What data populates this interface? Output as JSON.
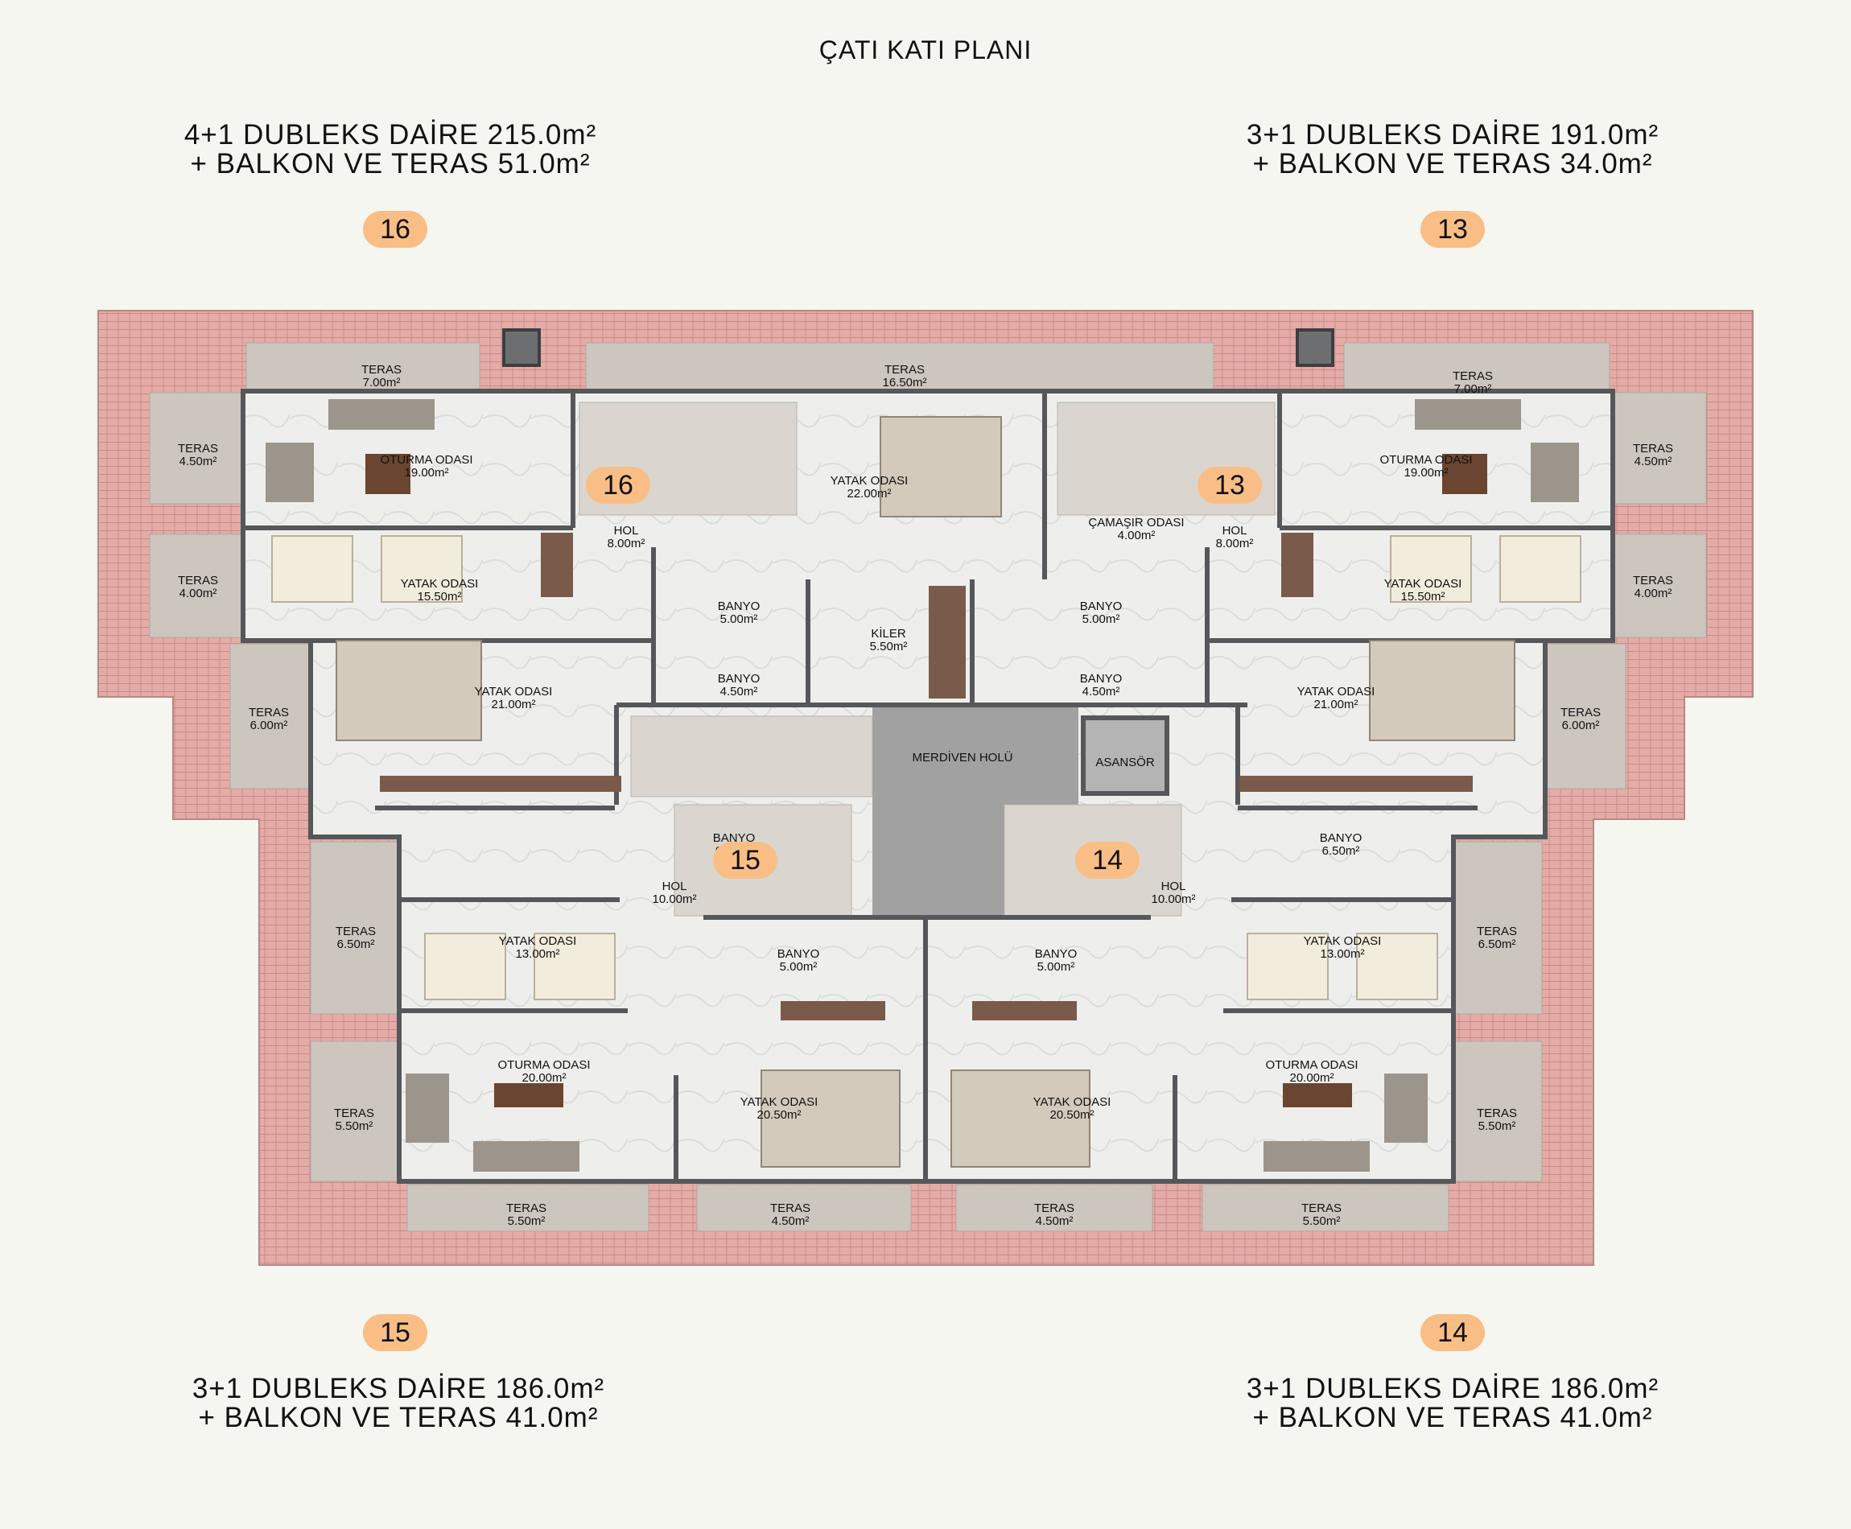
{
  "page_title": "ÇATI KATI PLANI",
  "units": [
    {
      "id": "16",
      "line1": "4+1 DUBLEKS DAİRE 215.0m²",
      "line2": "+ BALKON VE TERAS 51.0m²"
    },
    {
      "id": "13",
      "line1": "3+1 DUBLEKS DAİRE 191.0m²",
      "line2": "+ BALKON VE TERAS 34.0m²"
    },
    {
      "id": "15",
      "line1": "3+1 DUBLEKS DAİRE 186.0m²",
      "line2": "+ BALKON VE TERAS 41.0m²"
    },
    {
      "id": "14",
      "line1": "3+1 DUBLEKS DAİRE 186.0m²",
      "line2": "+ BALKON VE TERAS 41.0m²"
    }
  ],
  "plan_badges": [
    "16",
    "13",
    "15",
    "14"
  ],
  "rooms": [
    {
      "name": "TERAS",
      "area": "7.00m²"
    },
    {
      "name": "TERAS",
      "area": "16.50m²"
    },
    {
      "name": "TERAS",
      "area": "7.00m²"
    },
    {
      "name": "TERAS",
      "area": "4.50m²"
    },
    {
      "name": "OTURMA ODASI",
      "area": "19.00m²"
    },
    {
      "name": "YATAK ODASI",
      "area": "22.00m²"
    },
    {
      "name": "OTURMA ODASI",
      "area": "19.00m²"
    },
    {
      "name": "TERAS",
      "area": "4.50m²"
    },
    {
      "name": "HOL",
      "area": "8.00m²"
    },
    {
      "name": "ÇAMAŞIR ODASI",
      "area": "4.00m²"
    },
    {
      "name": "HOL",
      "area": "8.00m²"
    },
    {
      "name": "TERAS",
      "area": "4.00m²"
    },
    {
      "name": "YATAK ODASI",
      "area": "15.50m²"
    },
    {
      "name": "BANYO",
      "area": "5.00m²"
    },
    {
      "name": "KİLER",
      "area": "5.50m²"
    },
    {
      "name": "BANYO",
      "area": "5.00m²"
    },
    {
      "name": "YATAK ODASI",
      "area": "15.50m²"
    },
    {
      "name": "TERAS",
      "area": "4.00m²"
    },
    {
      "name": "BANYO",
      "area": "4.50m²"
    },
    {
      "name": "BANYO",
      "area": "4.50m²"
    },
    {
      "name": "TERAS",
      "area": "6.00m²"
    },
    {
      "name": "YATAK ODASI",
      "area": "21.00m²"
    },
    {
      "name": "YATAK ODASI",
      "area": "21.00m²"
    },
    {
      "name": "TERAS",
      "area": "6.00m²"
    },
    {
      "name": "MERDİVEN HOLÜ",
      "area": ""
    },
    {
      "name": "ASANSÖR",
      "area": ""
    },
    {
      "name": "BANYO",
      "area": "6.50m²"
    },
    {
      "name": "BANYO",
      "area": "6.50m²"
    },
    {
      "name": "HOL",
      "area": "10.00m²"
    },
    {
      "name": "HOL",
      "area": "10.00m²"
    },
    {
      "name": "TERAS",
      "area": "6.50m²"
    },
    {
      "name": "YATAK ODASI",
      "area": "13.00m²"
    },
    {
      "name": "BANYO",
      "area": "5.00m²"
    },
    {
      "name": "BANYO",
      "area": "5.00m²"
    },
    {
      "name": "YATAK ODASI",
      "area": "13.00m²"
    },
    {
      "name": "TERAS",
      "area": "6.50m²"
    },
    {
      "name": "OTURMA ODASI",
      "area": "20.00m²"
    },
    {
      "name": "OTURMA ODASI",
      "area": "20.00m²"
    },
    {
      "name": "TERAS",
      "area": "5.50m²"
    },
    {
      "name": "YATAK ODASI",
      "area": "20.50m²"
    },
    {
      "name": "YATAK ODASI",
      "area": "20.50m²"
    },
    {
      "name": "TERAS",
      "area": "5.50m²"
    },
    {
      "name": "TERAS",
      "area": "5.50m²"
    },
    {
      "name": "TERAS",
      "area": "4.50m²"
    },
    {
      "name": "TERAS",
      "area": "4.50m²"
    },
    {
      "name": "TERAS",
      "area": "5.50m²"
    }
  ],
  "colors": {
    "roof": "#e4aba7",
    "terrace": "#cdc6bf",
    "floor": "#eeefec",
    "wall": "#55575a",
    "core": "#a1a1a1",
    "badge": "#f9be86",
    "wood": "#7a5a4a"
  }
}
